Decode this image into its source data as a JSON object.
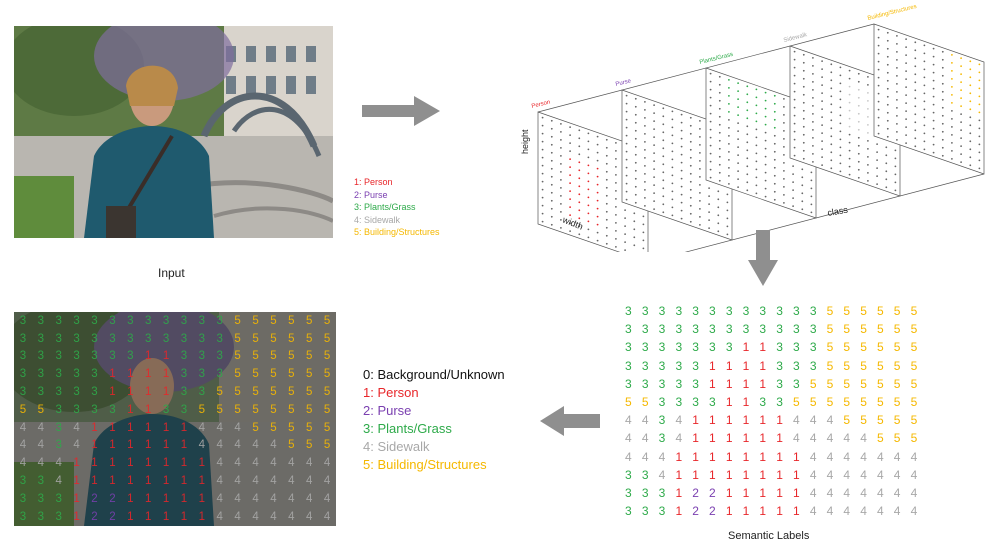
{
  "captions": {
    "input": "Input",
    "semantic_labels": "Semantic Labels"
  },
  "colors": {
    "0": "#111111",
    "1": "#e8262a",
    "2": "#7a3fb0",
    "3": "#2eaa4a",
    "4": "#a8a8a8",
    "5": "#f5b800"
  },
  "legend": [
    {
      "text": "0: Background/Unknown",
      "class": "0"
    },
    {
      "text": "1: Person",
      "class": "1"
    },
    {
      "text": "2: Purse",
      "class": "2"
    },
    {
      "text": "3: Plants/Grass",
      "class": "3"
    },
    {
      "text": "4: Sidewalk",
      "class": "4"
    },
    {
      "text": "5: Building/Structures",
      "class": "5"
    }
  ],
  "volume": {
    "axis_height": "height",
    "axis_width": "width",
    "axis_class": "class",
    "slices": [
      {
        "label": "Person",
        "class": "1"
      },
      {
        "label": "Purse",
        "class": "2"
      },
      {
        "label": "Plants/Grass",
        "class": "3"
      },
      {
        "label": "Sidewalk",
        "class": "4"
      },
      {
        "label": "Building/Structures",
        "class": "5"
      }
    ]
  },
  "label_grid": [
    [
      3,
      3,
      3,
      3,
      3,
      3,
      3,
      3,
      3,
      3,
      3,
      3,
      5,
      5,
      5,
      5,
      5,
      5
    ],
    [
      3,
      3,
      3,
      3,
      3,
      3,
      3,
      3,
      3,
      3,
      3,
      3,
      5,
      5,
      5,
      5,
      5,
      5
    ],
    [
      3,
      3,
      3,
      3,
      3,
      3,
      3,
      1,
      1,
      3,
      3,
      3,
      5,
      5,
      5,
      5,
      5,
      5
    ],
    [
      3,
      3,
      3,
      3,
      3,
      1,
      1,
      1,
      1,
      3,
      3,
      3,
      5,
      5,
      5,
      5,
      5,
      5
    ],
    [
      3,
      3,
      3,
      3,
      3,
      1,
      1,
      1,
      1,
      3,
      3,
      5,
      5,
      5,
      5,
      5,
      5,
      5
    ],
    [
      5,
      5,
      3,
      3,
      3,
      3,
      1,
      1,
      3,
      3,
      5,
      5,
      5,
      5,
      5,
      5,
      5,
      5
    ],
    [
      4,
      4,
      3,
      4,
      1,
      1,
      1,
      1,
      1,
      1,
      4,
      4,
      4,
      5,
      5,
      5,
      5,
      5
    ],
    [
      4,
      4,
      3,
      4,
      1,
      1,
      1,
      1,
      1,
      1,
      4,
      4,
      4,
      4,
      4,
      5,
      5,
      5
    ],
    [
      4,
      4,
      4,
      1,
      1,
      1,
      1,
      1,
      1,
      1,
      1,
      4,
      4,
      4,
      4,
      4,
      4,
      4
    ],
    [
      3,
      3,
      4,
      1,
      1,
      1,
      1,
      1,
      1,
      1,
      1,
      4,
      4,
      4,
      4,
      4,
      4,
      4
    ],
    [
      3,
      3,
      3,
      1,
      2,
      2,
      1,
      1,
      1,
      1,
      1,
      4,
      4,
      4,
      4,
      4,
      4,
      4
    ],
    [
      3,
      3,
      3,
      1,
      2,
      2,
      1,
      1,
      1,
      1,
      1,
      4,
      4,
      4,
      4,
      4,
      4,
      4
    ]
  ]
}
